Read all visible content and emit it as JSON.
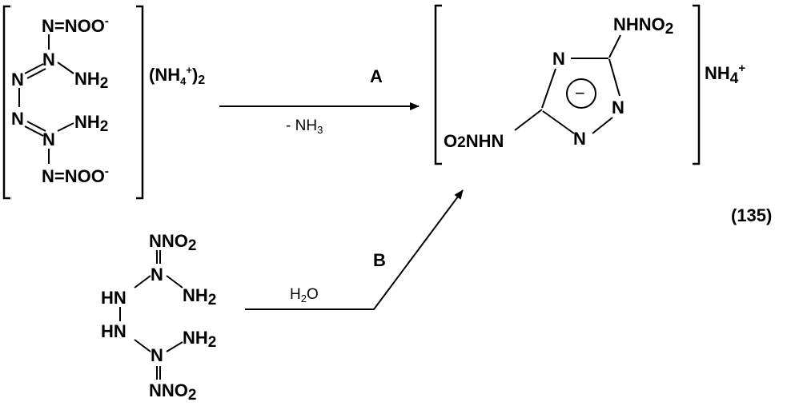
{
  "reactant_a": {
    "n1_label": "N=NOO",
    "n1_charge": "-",
    "n2_label": "N",
    "nh2_top": "NH",
    "sub2": "2",
    "n3_label": "N",
    "n4_label": "N",
    "nh2_bottom": "NH",
    "n5_label": "N",
    "n6_label": "N=NOO",
    "n6_charge": "-",
    "counter_ion": "(NH",
    "counter_ion_sub": "4",
    "counter_ion_sup": "+",
    "counter_ion_close": ")",
    "counter_ion_count": "2"
  },
  "arrow_a": {
    "label": "A",
    "condition": "- NH",
    "condition_sub": "3"
  },
  "product": {
    "ring_n1": "N",
    "ring_n2": "N",
    "ring_n3": "N",
    "charge": "−",
    "top_sub": "NHNO",
    "top_sub_sub": "2",
    "left_sub": "O",
    "left_sub_sub": "2",
    "left_sub_rest": "NHN",
    "counter_ion": "NH",
    "counter_ion_sub": "4",
    "counter_ion_sup": "+"
  },
  "compound_number": "(135)",
  "reactant_b": {
    "top": "NNO",
    "top_sub": "2",
    "n_top": "N",
    "nh2_top": "NH",
    "sub2": "2",
    "hn_top": "HN",
    "hn_bottom": "HN",
    "n_bottom": "N",
    "nh2_bottom": "NH",
    "bottom": "NNO",
    "bottom_sub": "2"
  },
  "arrow_b": {
    "label": "B",
    "condition": "H",
    "condition_sub": "2",
    "condition_rest": "O"
  }
}
